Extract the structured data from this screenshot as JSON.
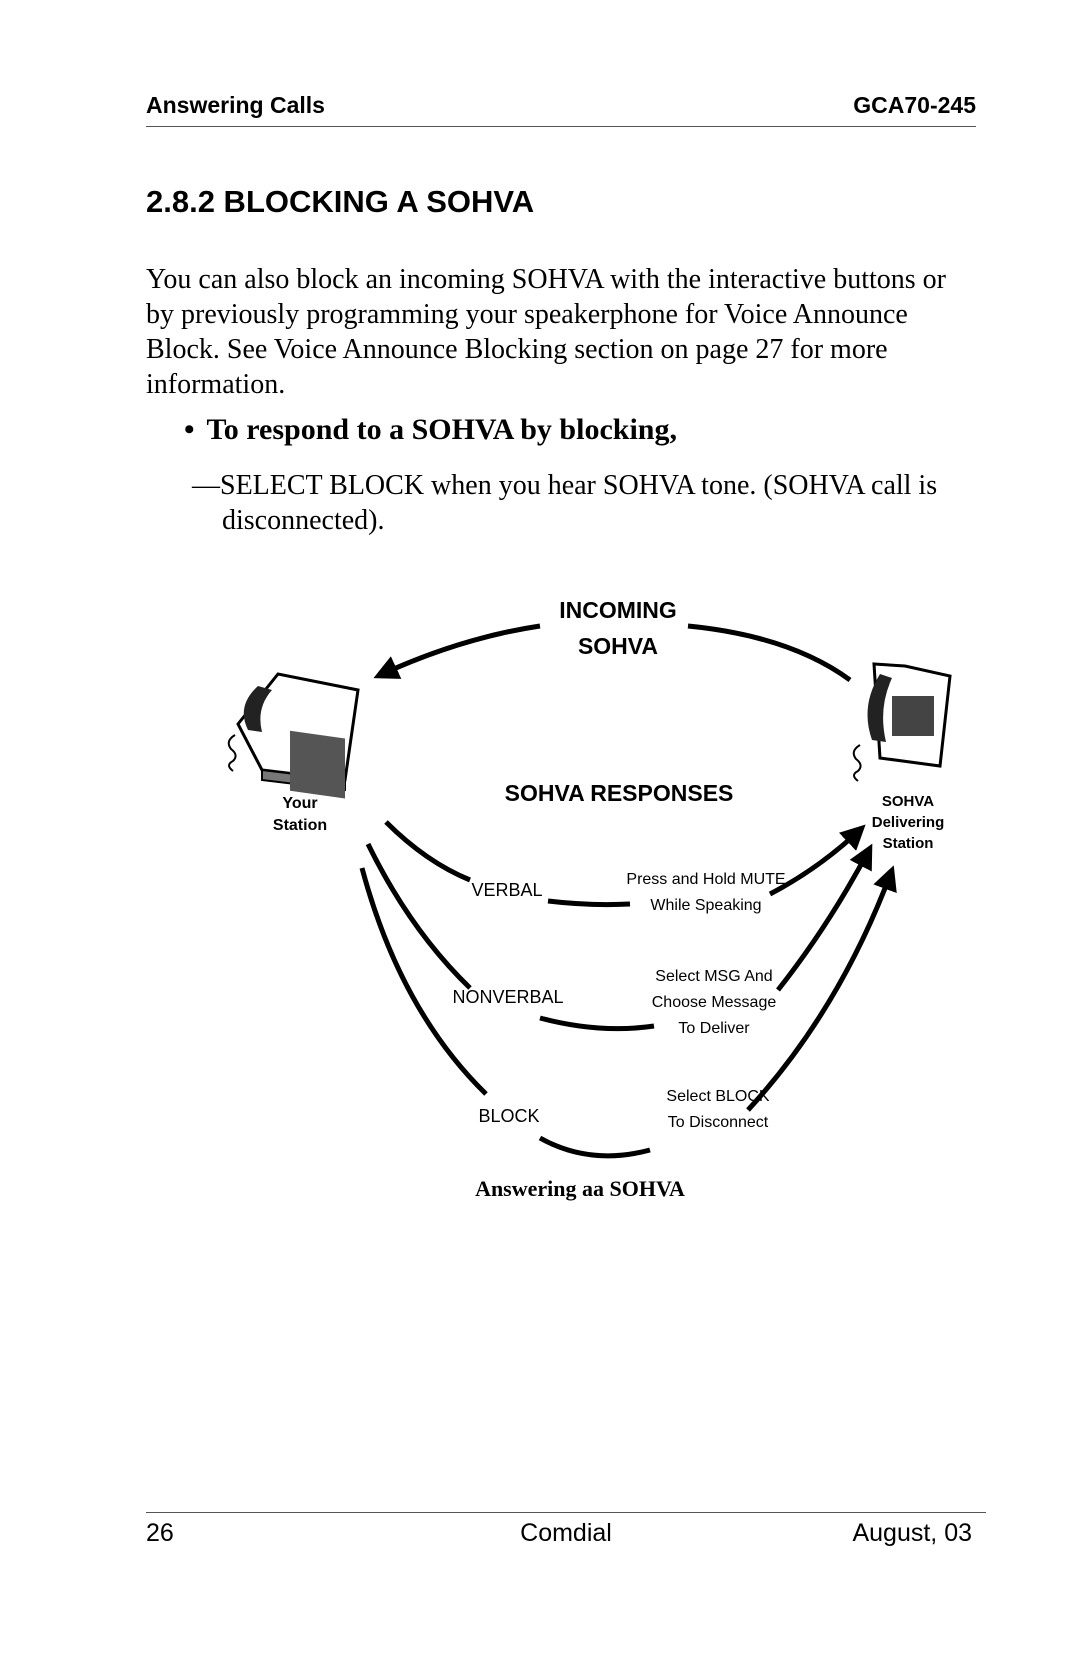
{
  "header": {
    "section": "Answering Calls",
    "doc_id": "GCA70-245"
  },
  "section_title": "2.8.2  BLOCKING A SOHVA",
  "intro_paragraph": "You can also block an incoming SOHVA with the interactive buttons or by previously programming your speakerphone for Voice Announce Block.  See Voice Announce Blocking section on page 27 for more information.",
  "bullet": {
    "marker": "•",
    "text": "To respond to a SOHVA by blocking,"
  },
  "step": "—SELECT  BLOCK when you hear SOHVA tone.  (SOHVA call is disconnected).",
  "diagram": {
    "incoming_line1": "INCOMING",
    "incoming_line2": "SOHVA",
    "responses_title": "SOHVA RESPONSES",
    "your_station_line1": "Your",
    "your_station_line2": "Station",
    "delivering_line1": "SOHVA",
    "delivering_line2": "Delivering",
    "delivering_line3": "Station",
    "verbal": "VERBAL",
    "nonverbal": "NONVERBAL",
    "block": "BLOCK",
    "verbal_desc_line1": "Press and Hold MUTE",
    "verbal_desc_line2": "While Speaking",
    "nonverbal_desc_line1": "Select MSG And",
    "nonverbal_desc_line2": "Choose Message",
    "nonverbal_desc_line3": "To Deliver",
    "block_desc_line1": "Select BLOCK",
    "block_desc_line2": "To Disconnect"
  },
  "caption": "Answering aa SOHVA",
  "footer": {
    "page": "26",
    "company": "Comdial",
    "date": "August, 03"
  }
}
